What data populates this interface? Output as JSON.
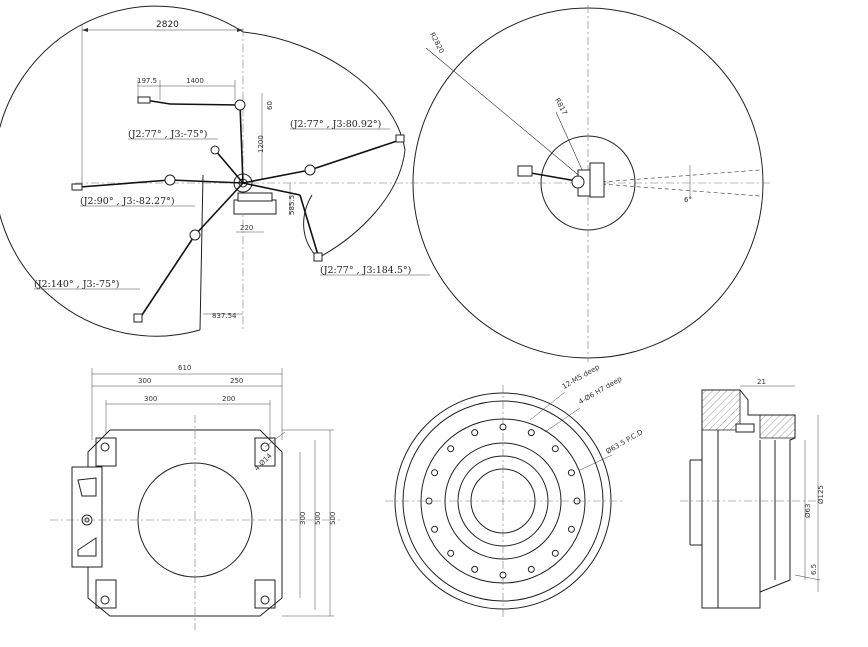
{
  "top_left_view": {
    "dims": {
      "reach_total": "2820",
      "d_197": "197.5",
      "d_1400": "1400",
      "d_60": "60",
      "d_1200": "1200",
      "d_585": "585.5",
      "d_220": "220",
      "d_837": "837.54"
    },
    "poses": {
      "pose_a": "(J2:77° , J3:-75°)",
      "pose_b": "(J2:77° , J3:80.92°)",
      "pose_c": "(J2:90° , J3:-82.27°)",
      "pose_d": "(J2:140° , J3:-75°)",
      "pose_e": "(J2:77° , J3:184.5°)"
    }
  },
  "top_right_view": {
    "r_large": "R2820",
    "r_small": "R817",
    "angle": "6°"
  },
  "base_view": {
    "d_total": "610",
    "d_300a": "300",
    "d_250": "250",
    "d_300b": "300",
    "d_200": "200",
    "hole": "4-Ø14",
    "v_a": "300",
    "v_b": "500",
    "v_c": "500"
  },
  "flange_view": {
    "leaders": [
      "12-M5 deep",
      "4-Ø6 H7 deep",
      "Ø63.5 P.C.D"
    ]
  },
  "section_view": {
    "top_dim": "21",
    "side_a": "Ø63",
    "side_b": "Ø125",
    "side_c": "6.5"
  }
}
